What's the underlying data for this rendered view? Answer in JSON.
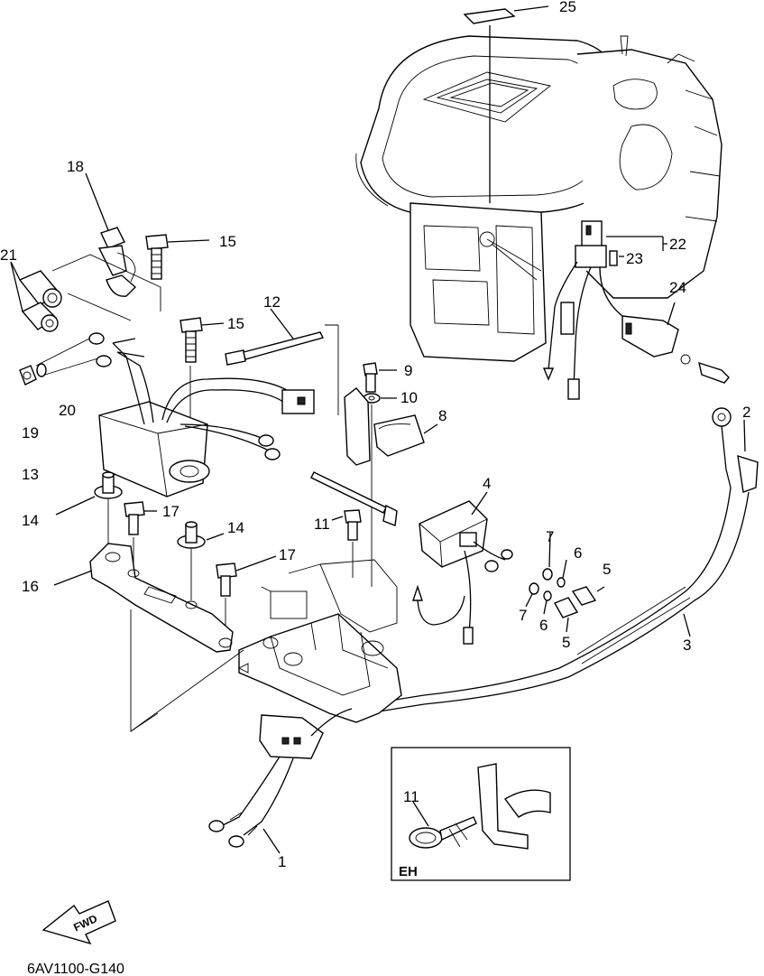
{
  "diagram": {
    "figure_code": "6AV1100-G140",
    "fwd_label": "FWD",
    "inset_label": "EH",
    "callouts": {
      "c1": "1",
      "c2": "2",
      "c3": "3",
      "c4": "4",
      "c5a": "5",
      "c5b": "5",
      "c6a": "6",
      "c6b": "6",
      "c7a": "7",
      "c7b": "7",
      "c8": "8",
      "c9": "9",
      "c10": "10",
      "c11": "11",
      "c11e": "11",
      "c12": "12",
      "c13": "13",
      "c14a": "14",
      "c14b": "14",
      "c15a": "15",
      "c15b": "15",
      "c16": "16",
      "c17a": "17",
      "c17b": "17",
      "c18": "18",
      "c19": "19",
      "c20": "20",
      "c21": "21",
      "c22": "22",
      "c23": "23",
      "c24": "24",
      "c25": "25"
    }
  }
}
